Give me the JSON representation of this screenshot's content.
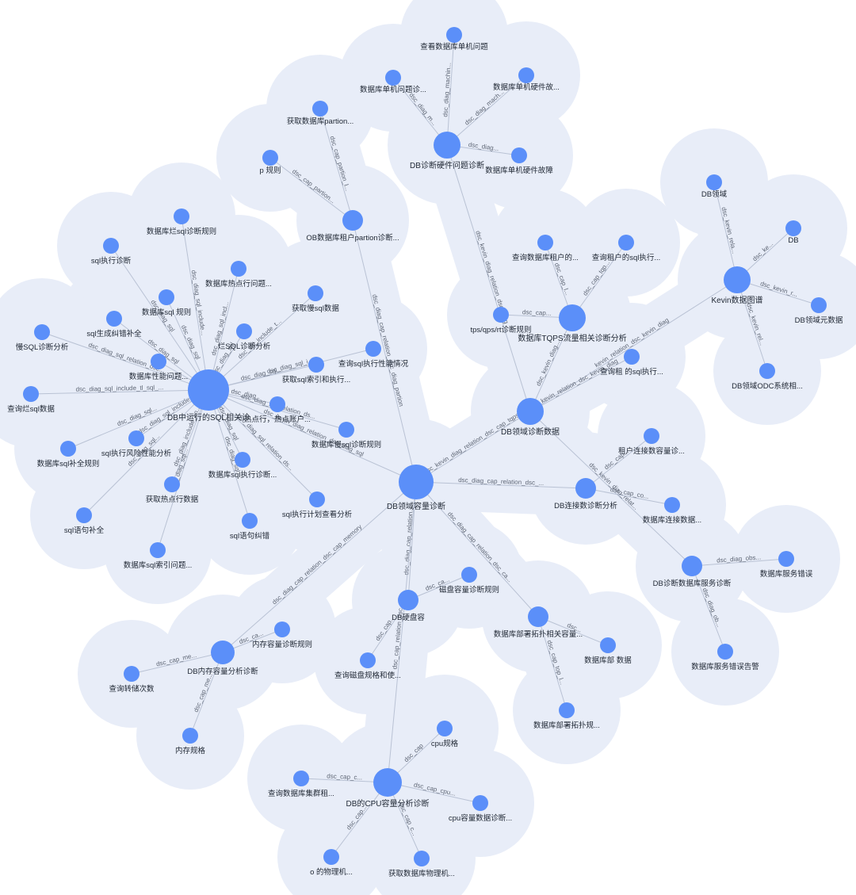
{
  "colors": {
    "node": "#5b8ff9",
    "edge": "#b9c2d4",
    "halo": "#e8edf8"
  },
  "nodes": [
    {
      "id": "center",
      "label": "DB领域容量诊断",
      "big": true
    },
    {
      "id": "domain",
      "label": "DB领域诊断数据",
      "big": true
    },
    {
      "id": "kevin",
      "label": "Kevin数据图谱",
      "big": true
    },
    {
      "id": "hw",
      "label": "DB诊断硬件问题诊断",
      "big": true
    },
    {
      "id": "sqlhub",
      "label": "DB中运行的SQL相关诊",
      "big": true
    },
    {
      "id": "partion",
      "label": "OB数据库租户partion诊断...",
      "big": false
    },
    {
      "id": "tqps",
      "label": "数据库TQPS流量相关诊断分析",
      "big": true
    },
    {
      "id": "conn",
      "label": "DB连接数诊断分析",
      "big": false
    },
    {
      "id": "svc",
      "label": "DB诊断数据库服务诊断",
      "big": false
    },
    {
      "id": "disk",
      "label": "DB硬盘容",
      "big": false
    },
    {
      "id": "deploy",
      "label": "数据库部署拓扑相关容量...",
      "big": false
    },
    {
      "id": "mem",
      "label": "DB内存容量分析诊断",
      "big": false
    },
    {
      "id": "cpu",
      "label": "DB的CPU容量分析诊断",
      "big": true
    },
    {
      "id": "hw1",
      "label": "查看数据库单机问题"
    },
    {
      "id": "hw2",
      "label": "数据库单机问题诊..."
    },
    {
      "id": "hw3",
      "label": "数据库单机硬件故..."
    },
    {
      "id": "hw4",
      "label": "数据库单机硬件故障"
    },
    {
      "id": "pt1",
      "label": "获取数据库partion..."
    },
    {
      "id": "pt2",
      "label": "p            规则"
    },
    {
      "id": "k1",
      "label": "DB领域"
    },
    {
      "id": "k2",
      "label": "DB"
    },
    {
      "id": "k3",
      "label": "DB领域元数据"
    },
    {
      "id": "k4",
      "label": "DB领域ODC系统相..."
    },
    {
      "id": "tq1",
      "label": "查询数据库租户的..."
    },
    {
      "id": "tq2",
      "label": "查询租户的sql执行..."
    },
    {
      "id": "tq3",
      "label": "tps/qps/rt诊断规则"
    },
    {
      "id": "dm1",
      "label": "查询租  的sql执行..."
    },
    {
      "id": "s1",
      "label": "数据库烂sql诊断规则"
    },
    {
      "id": "s2",
      "label": "sql执行诊断"
    },
    {
      "id": "s3",
      "label": "数据库热点行问题..."
    },
    {
      "id": "s4",
      "label": "数据库sql    规则"
    },
    {
      "id": "s5",
      "label": "获取慢sql数据"
    },
    {
      "id": "s6",
      "label": "sql生成纠错补全"
    },
    {
      "id": "s7",
      "label": "烂SQL诊断分析"
    },
    {
      "id": "s8",
      "label": "慢SQL诊断分析"
    },
    {
      "id": "s9",
      "label": "查询sql执行性能情况"
    },
    {
      "id": "s10",
      "label": "数据库性能问题..."
    },
    {
      "id": "s11",
      "label": "获取sql索引和执行..."
    },
    {
      "id": "s12",
      "label": "查询烂sql数据"
    },
    {
      "id": "s13",
      "label": "热点行，热点账户..."
    },
    {
      "id": "s14",
      "label": "数据库慢sql诊断规则"
    },
    {
      "id": "s15",
      "label": "sql执行风险性能分析"
    },
    {
      "id": "s16",
      "label": "数据库sql补全规则"
    },
    {
      "id": "s17",
      "label": "数据库sql执行诊断..."
    },
    {
      "id": "s18",
      "label": "获取热点行数据"
    },
    {
      "id": "s19",
      "label": "sql执行计划查看分析"
    },
    {
      "id": "s20",
      "label": "sql语句补全"
    },
    {
      "id": "s21",
      "label": "sql语句纠错"
    },
    {
      "id": "s22",
      "label": "数据库sql索引问题..."
    },
    {
      "id": "c1",
      "label": "租户连接数容量诊..."
    },
    {
      "id": "c2",
      "label": "数据库连接数据..."
    },
    {
      "id": "v1",
      "label": "数据库服务错误"
    },
    {
      "id": "v2",
      "label": "数据库服务错误告警"
    },
    {
      "id": "d1",
      "label": "磁盘容量诊断规则"
    },
    {
      "id": "d2",
      "label": "查询磁盘规格和使..."
    },
    {
      "id": "dp1",
      "label": "数据库部    数据"
    },
    {
      "id": "dp2",
      "label": "数据库部署拓扑规..."
    },
    {
      "id": "m1",
      "label": "内存容量诊断规则"
    },
    {
      "id": "m2",
      "label": "查询转储次数"
    },
    {
      "id": "m3",
      "label": "内存规格"
    },
    {
      "id": "cp1",
      "label": "cpu规格"
    },
    {
      "id": "cp2",
      "label": "查询数据库集群租..."
    },
    {
      "id": "cp3",
      "label": "cpu容量数据诊断..."
    },
    {
      "id": "cp4",
      "label": "o        的物理机..."
    },
    {
      "id": "cp5",
      "label": "获取数据库物理机..."
    }
  ],
  "edges": [
    {
      "from": "center",
      "to": "domain",
      "label": "dsc_kevin_diag_relation_dsc_cap_tqps"
    },
    {
      "from": "center",
      "to": "sqlhub",
      "label": "dsc_kevin_diag_relation_dsc_diag_sql"
    },
    {
      "from": "center",
      "to": "partion",
      "label": "dsc_diag_cap_relation_dsc_diag_partion"
    },
    {
      "from": "center",
      "to": "conn",
      "label": "dsc_diag_cap_relation_dsc_..."
    },
    {
      "from": "center",
      "to": "disk",
      "label": "dsc_diag_cap_relation..."
    },
    {
      "from": "center",
      "to": "deploy",
      "label": "dsc_diag_cap_relation_dsc_ca..."
    },
    {
      "from": "center",
      "to": "mem",
      "label": "dsc_diag_cap_relation_dsc_cap_memory"
    },
    {
      "from": "center",
      "to": "cpu",
      "label": "dsc_cap_relation_dsc_cap"
    },
    {
      "from": "domain",
      "to": "tqps",
      "label": "dsc_kevin_diag..."
    },
    {
      "from": "domain",
      "to": "kevin",
      "label": "kevin_relation_dsc_kevin_diag"
    },
    {
      "from": "domain",
      "to": "hw",
      "label": "dsc_kevin_diag_relation_dsc_diag"
    },
    {
      "from": "domain",
      "to": "svc",
      "label": "dsc_kevin_diag_relat..."
    },
    {
      "from": "hw",
      "to": "hw1",
      "label": "dsc_diag_machin..."
    },
    {
      "from": "hw",
      "to": "hw2",
      "label": "dsc_diag_m..."
    },
    {
      "from": "hw",
      "to": "hw3",
      "label": "dsc_diag_mach..."
    },
    {
      "from": "hw",
      "to": "hw4",
      "label": "dsc_diag..."
    },
    {
      "from": "partion",
      "to": "pt1",
      "label": "dsc_cap_partion_l..."
    },
    {
      "from": "partion",
      "to": "pt2",
      "label": "dsc_cap_partion..."
    },
    {
      "from": "kevin",
      "to": "k1",
      "label": "dsc_kevin_rela..."
    },
    {
      "from": "kevin",
      "to": "k2",
      "label": "dsc_ke..."
    },
    {
      "from": "kevin",
      "to": "k3",
      "label": "dsc_kevin_r..."
    },
    {
      "from": "kevin",
      "to": "k4",
      "label": "dsc_kevin_rel..."
    },
    {
      "from": "tqps",
      "to": "tq1",
      "label": "dsc_cap_l..."
    },
    {
      "from": "tqps",
      "to": "tq2",
      "label": "dsc_cap_tqp..."
    },
    {
      "from": "tqps",
      "to": "tq3",
      "label": "dsc_cap..."
    },
    {
      "from": "domain",
      "to": "dm1",
      "label": "kevin_relation_dsc_kevin_diag"
    },
    {
      "from": "sqlhub",
      "to": "s1",
      "label": "dsc_diag_sql_include..."
    },
    {
      "from": "sqlhub",
      "to": "s2",
      "label": "dsc_diag_sql"
    },
    {
      "from": "sqlhub",
      "to": "s3",
      "label": "dsc_diag_sql_incl..."
    },
    {
      "from": "sqlhub",
      "to": "s4",
      "label": "dsc_diag_sql"
    },
    {
      "from": "sqlhub",
      "to": "s5",
      "label": "dsc_sql_include_t..."
    },
    {
      "from": "sqlhub",
      "to": "s6",
      "label": "dsc_diag_sql"
    },
    {
      "from": "sqlhub",
      "to": "s7",
      "label": "dsc_diag_sql"
    },
    {
      "from": "sqlhub",
      "to": "s8",
      "label": "dsc_diag_sql_relation_dsc..."
    },
    {
      "from": "sqlhub",
      "to": "s9",
      "label": "dsc_diag_sql_i..."
    },
    {
      "from": "sqlhub",
      "to": "s10",
      "label": ""
    },
    {
      "from": "sqlhub",
      "to": "s11",
      "label": "dsc_diag_sql..."
    },
    {
      "from": "sqlhub",
      "to": "s12",
      "label": "dsc_diag_sql_include_tl_sql_..."
    },
    {
      "from": "sqlhub",
      "to": "s13",
      "label": "dsc_diag"
    },
    {
      "from": "sqlhub",
      "to": "s14",
      "label": "dsc_diag_sql_relation_ds..."
    },
    {
      "from": "sqlhub",
      "to": "s15",
      "label": "dsc_diag_sql_include_kn..."
    },
    {
      "from": "sqlhub",
      "to": "s16",
      "label": "dsc_diag_sql..."
    },
    {
      "from": "sqlhub",
      "to": "s17",
      "label": "dsc_diag_sql"
    },
    {
      "from": "sqlhub",
      "to": "s18",
      "label": "dsc_diag_include_kn..."
    },
    {
      "from": "sqlhub",
      "to": "s19",
      "label": "dsc_diag_sql_relation_ds..."
    },
    {
      "from": "sqlhub",
      "to": "s20",
      "label": "dsc_diag_sql..."
    },
    {
      "from": "sqlhub",
      "to": "s21",
      "label": "dsc_diag_sql"
    },
    {
      "from": "sqlhub",
      "to": "s22",
      "label": "dsc_diag_sql..."
    },
    {
      "from": "conn",
      "to": "c1",
      "label": "dsc_cap..."
    },
    {
      "from": "conn",
      "to": "c2",
      "label": "dsc_cap_co..."
    },
    {
      "from": "svc",
      "to": "v1",
      "label": "dsc_diag_obs..."
    },
    {
      "from": "svc",
      "to": "v2",
      "label": "dsc_diag_ob..."
    },
    {
      "from": "disk",
      "to": "d1",
      "label": "dsc_ca..."
    },
    {
      "from": "disk",
      "to": "d2",
      "label": "dsc_cap..."
    },
    {
      "from": "deploy",
      "to": "dp1",
      "label": "dsc..."
    },
    {
      "from": "deploy",
      "to": "dp2",
      "label": "dsc_cap_top_l..."
    },
    {
      "from": "mem",
      "to": "m1",
      "label": "dsc_ca..."
    },
    {
      "from": "mem",
      "to": "m2",
      "label": "dsc_cap_me..."
    },
    {
      "from": "mem",
      "to": "m3",
      "label": "dsc_cap_me..."
    },
    {
      "from": "cpu",
      "to": "cp1",
      "label": "dsc_cap"
    },
    {
      "from": "cpu",
      "to": "cp2",
      "label": "dsc_cap_c..."
    },
    {
      "from": "cpu",
      "to": "cp3",
      "label": "dsc_cap_cpu..."
    },
    {
      "from": "cpu",
      "to": "cp4",
      "label": "dsc_cap..."
    },
    {
      "from": "cpu",
      "to": "cp5",
      "label": "dsc_cap_c..."
    }
  ]
}
